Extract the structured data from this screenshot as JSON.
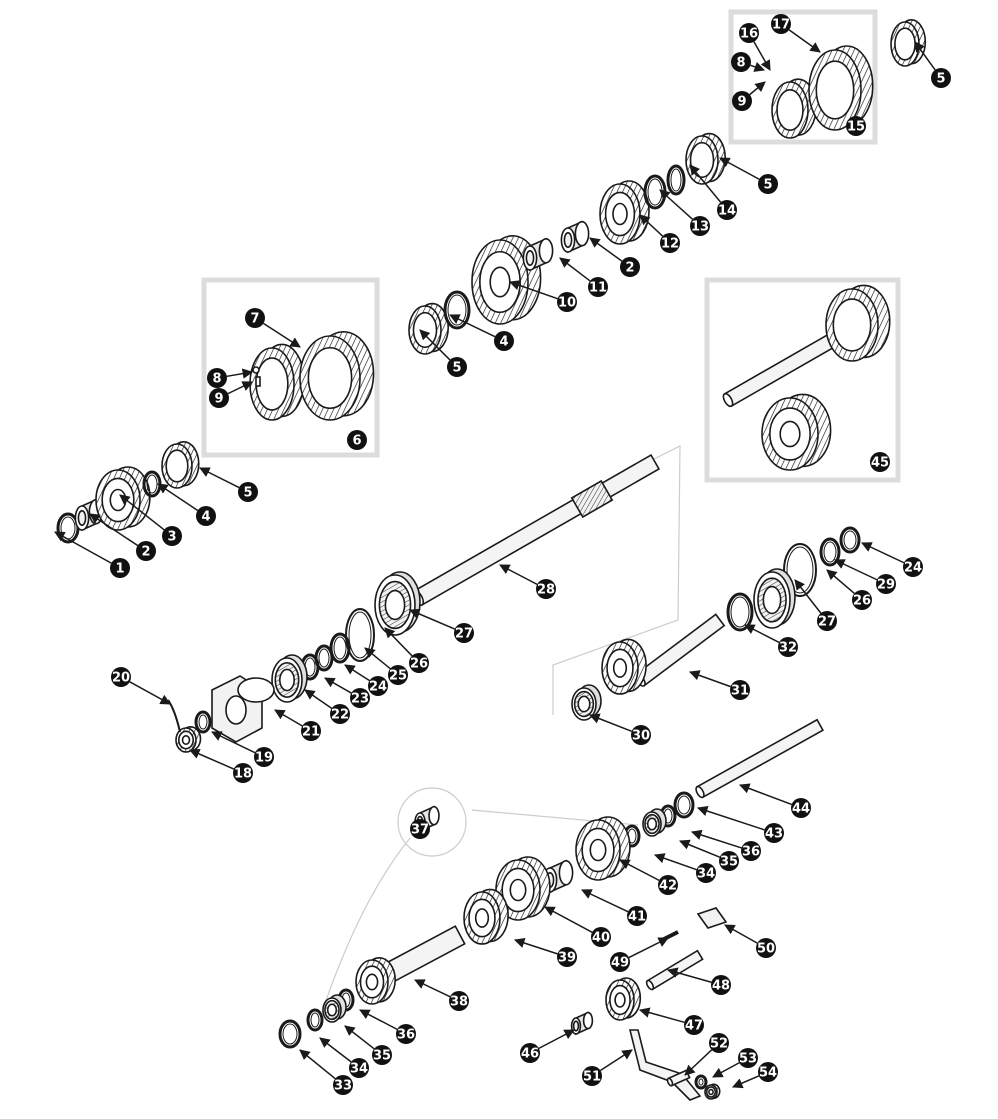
{
  "title": "",
  "colors": {
    "line": "#1a1a1a",
    "part_fill": "#ffffff",
    "part_shade": "#d8d8d8",
    "box_border": "#dcdcdc",
    "callout_bg": "#111111",
    "callout_text": "#ffffff"
  },
  "callouts": [
    {
      "n": "1"
    },
    {
      "n": "2"
    },
    {
      "n": "3"
    },
    {
      "n": "4"
    },
    {
      "n": "5"
    },
    {
      "n": "6"
    },
    {
      "n": "7"
    },
    {
      "n": "8"
    },
    {
      "n": "9"
    },
    {
      "n": "10"
    },
    {
      "n": "11"
    },
    {
      "n": "2"
    },
    {
      "n": "12"
    },
    {
      "n": "13"
    },
    {
      "n": "14"
    },
    {
      "n": "5"
    },
    {
      "n": "4"
    },
    {
      "n": "5"
    },
    {
      "n": "16"
    },
    {
      "n": "17"
    },
    {
      "n": "8"
    },
    {
      "n": "9"
    },
    {
      "n": "15"
    },
    {
      "n": "5"
    },
    {
      "n": "45"
    },
    {
      "n": "28"
    },
    {
      "n": "27"
    },
    {
      "n": "26"
    },
    {
      "n": "25"
    },
    {
      "n": "24"
    },
    {
      "n": "23"
    },
    {
      "n": "22"
    },
    {
      "n": "21"
    },
    {
      "n": "20"
    },
    {
      "n": "19"
    },
    {
      "n": "18"
    },
    {
      "n": "24"
    },
    {
      "n": "29"
    },
    {
      "n": "26"
    },
    {
      "n": "27"
    },
    {
      "n": "32"
    },
    {
      "n": "31"
    },
    {
      "n": "30"
    },
    {
      "n": "44"
    },
    {
      "n": "43"
    },
    {
      "n": "36"
    },
    {
      "n": "35"
    },
    {
      "n": "34"
    },
    {
      "n": "42"
    },
    {
      "n": "37"
    },
    {
      "n": "41"
    },
    {
      "n": "40"
    },
    {
      "n": "39"
    },
    {
      "n": "38"
    },
    {
      "n": "36"
    },
    {
      "n": "35"
    },
    {
      "n": "34"
    },
    {
      "n": "33"
    },
    {
      "n": "50"
    },
    {
      "n": "49"
    },
    {
      "n": "48"
    },
    {
      "n": "47"
    },
    {
      "n": "46"
    },
    {
      "n": "52"
    },
    {
      "n": "51"
    },
    {
      "n": "53"
    },
    {
      "n": "54"
    }
  ]
}
